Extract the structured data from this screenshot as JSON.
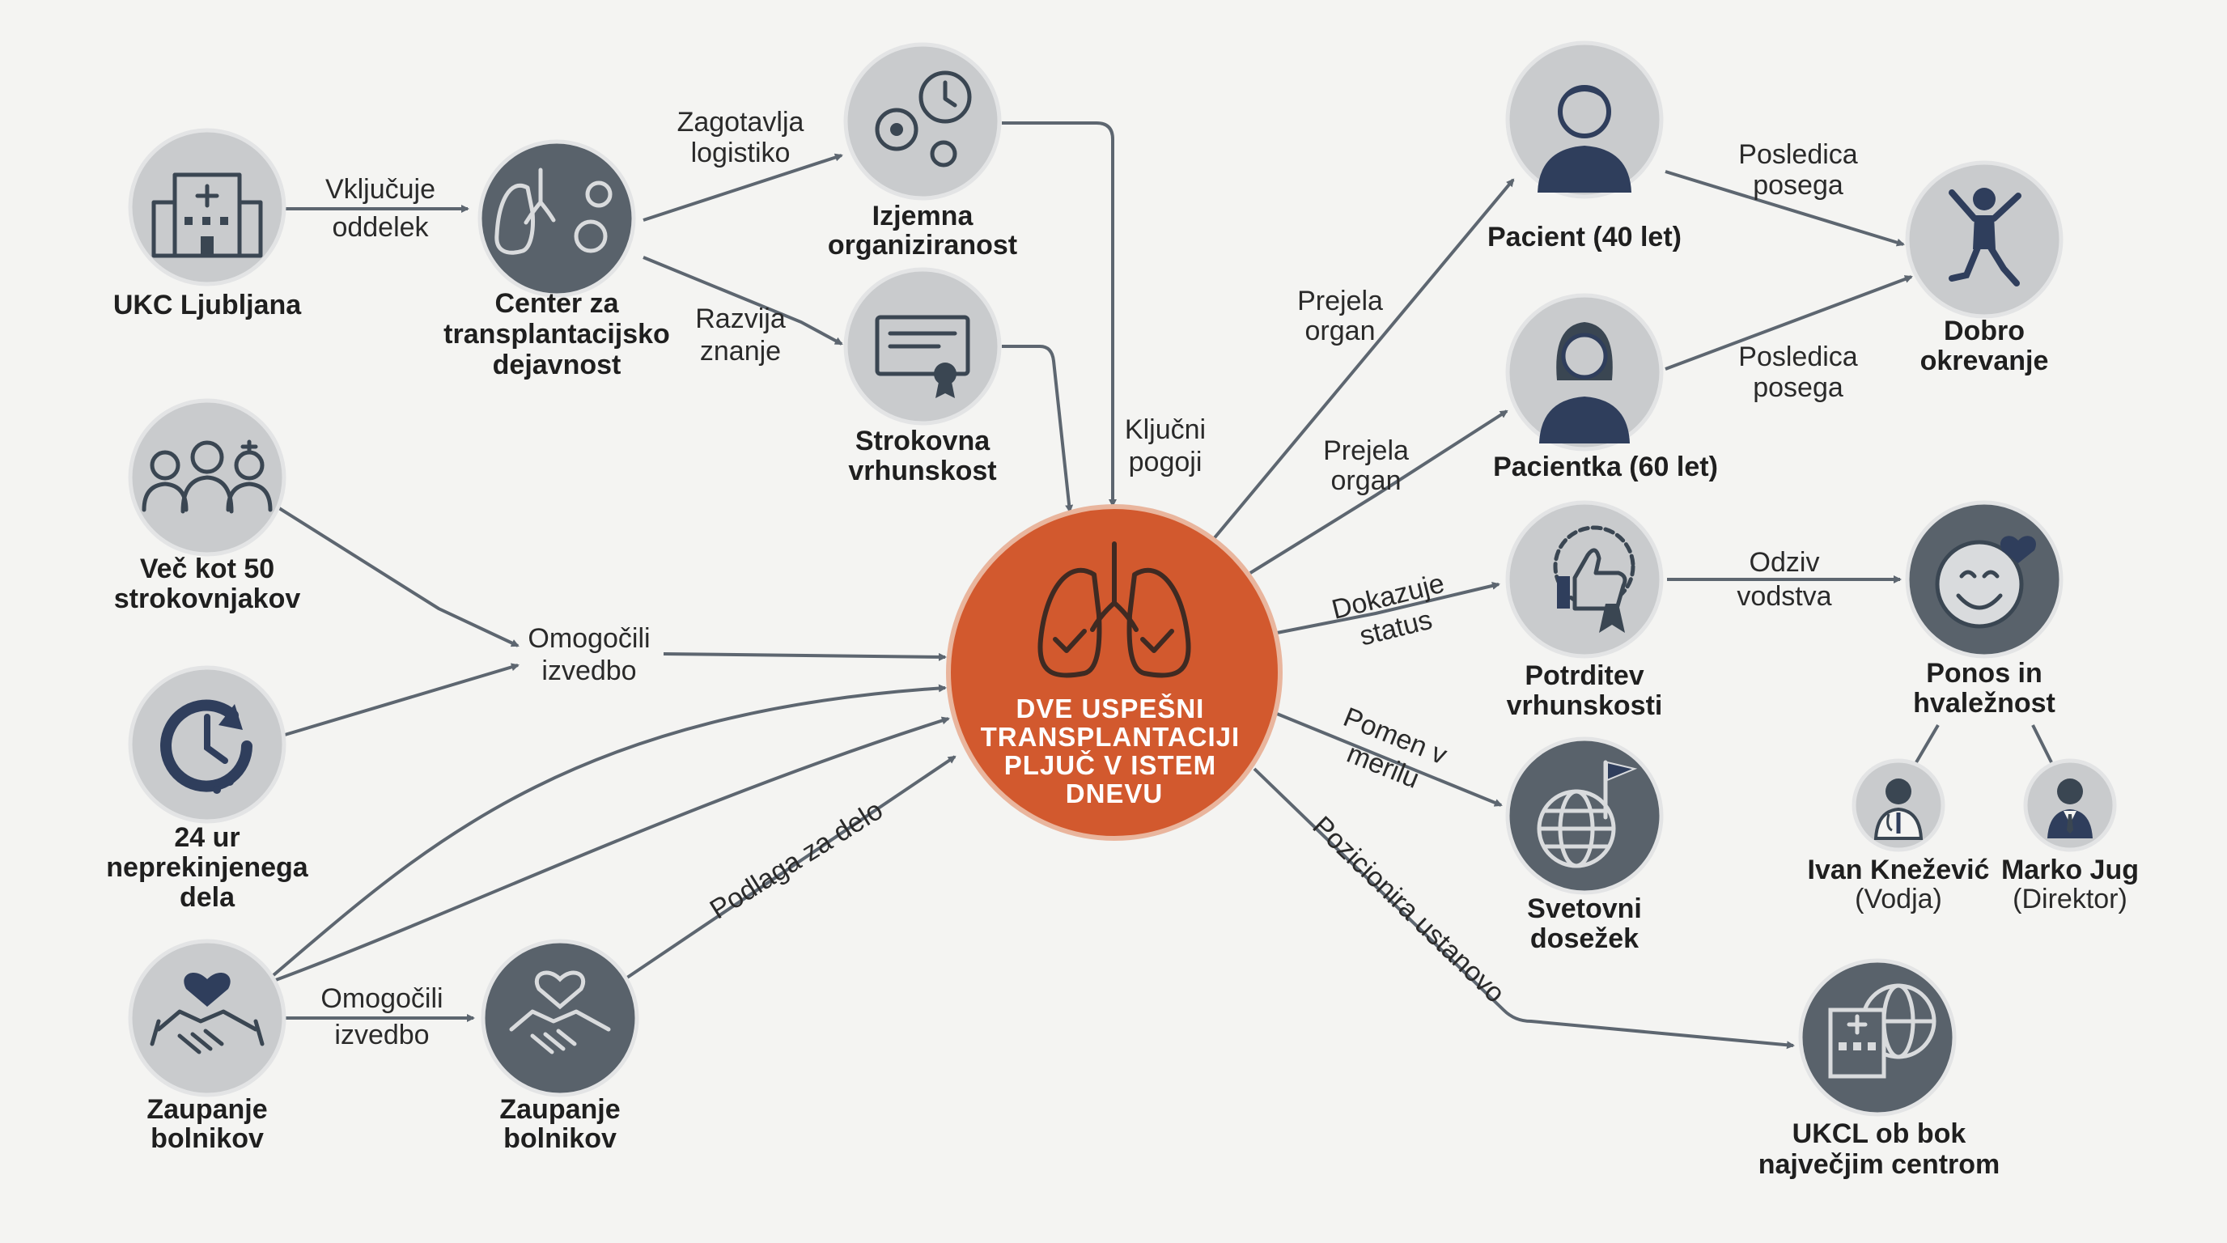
{
  "colors": {
    "background": "#f4f4f2",
    "center_fill": "#d2592e",
    "circle_light": "#c9cbcd",
    "circle_dark": "#59626b",
    "arrow": "#5d6670",
    "heart": "#3a4652",
    "navy": "#2f3e5c"
  },
  "center": {
    "lines": [
      "DVE USPEŠNI",
      "TRANSPLANTACIJI",
      "PLJUČ V ISTEM",
      "DNEVU"
    ],
    "icon": "lungs-check-icon"
  },
  "nodes": {
    "ukc": {
      "title": [
        "UKC Ljubljana"
      ],
      "icon": "hospital-icon"
    },
    "center_tx": {
      "title": [
        "Center za",
        "transplantacijsko",
        "dejavnost"
      ],
      "icon": "lungs-gears-icon"
    },
    "org": {
      "title": [
        "Izjemna",
        "organiziranost"
      ],
      "icon": "gears-clock-icon"
    },
    "expert": {
      "title": [
        "Strokovna",
        "vrhunskost"
      ],
      "icon": "certificate-icon"
    },
    "staff": {
      "title": [
        "Več kot 50",
        "strokovnjakov"
      ],
      "icon": "medical-team-icon"
    },
    "hours": {
      "title": [
        "24 ur",
        "neprekinjenega",
        "dela"
      ],
      "icon": "clock-icon"
    },
    "trust1": {
      "title": [
        "Zaupanje",
        "bolnikov"
      ],
      "icon": "handshake-heart-icon"
    },
    "trust2": {
      "title": [
        "Zaupanje",
        "bolnikov"
      ],
      "icon": "handshake-heart-icon"
    },
    "patient40": {
      "title": [
        "Pacient (40 let)"
      ],
      "icon": "man-avatar-icon"
    },
    "patient60": {
      "title": [
        "Pacientka (60 let)"
      ],
      "icon": "woman-avatar-icon"
    },
    "recovery": {
      "title": [
        "Dobro",
        "okrevanje"
      ],
      "icon": "jumping-person-icon"
    },
    "confirm": {
      "title": [
        "Potrditev",
        "vrhunskosti"
      ],
      "icon": "thumbs-up-badge-icon"
    },
    "pride": {
      "title": [
        "Ponos in",
        "hvaležnost"
      ],
      "icon": "smiley-heart-icon"
    },
    "world": {
      "title": [
        "Svetovni",
        "dosežek"
      ],
      "icon": "globe-flag-icon"
    },
    "ukcl": {
      "title": [
        "UKCL ob bok",
        "največjim centrom"
      ],
      "icon": "hospital-globe-icon"
    },
    "ivan": {
      "name": "Ivan Knežević",
      "role": "(Vodja)",
      "icon": "doctor-avatar-icon"
    },
    "marko": {
      "name": "Marko Jug",
      "role": "(Direktor)",
      "icon": "businessman-avatar-icon"
    }
  },
  "edges": {
    "vkljucuje": [
      "Vključuje",
      "oddelek"
    ],
    "zagotavlja": [
      "Zagotavlja",
      "logistiko"
    ],
    "razvija": [
      "Razvija",
      "znanje"
    ],
    "kljucni": [
      "Ključni",
      "pogoji"
    ],
    "omogocili1": [
      "Omogočili",
      "izvedbo"
    ],
    "omogocili2": [
      "Omogočili",
      "izvedbo"
    ],
    "podlaga": [
      "Podlaga za delo"
    ],
    "prejela1": [
      "Prejela",
      "organ"
    ],
    "prejela2": [
      "Prejela",
      "organ"
    ],
    "posledica1": [
      "Posledica",
      "posega"
    ],
    "posledica2": [
      "Posledica",
      "posega"
    ],
    "dokazuje": [
      "Dokazuje",
      "status"
    ],
    "odziv": [
      "Odziv",
      "vodstva"
    ],
    "pomen": [
      "Pomen v",
      "merilu"
    ],
    "pozicionira": [
      "Pozicionira ustanovo"
    ]
  }
}
